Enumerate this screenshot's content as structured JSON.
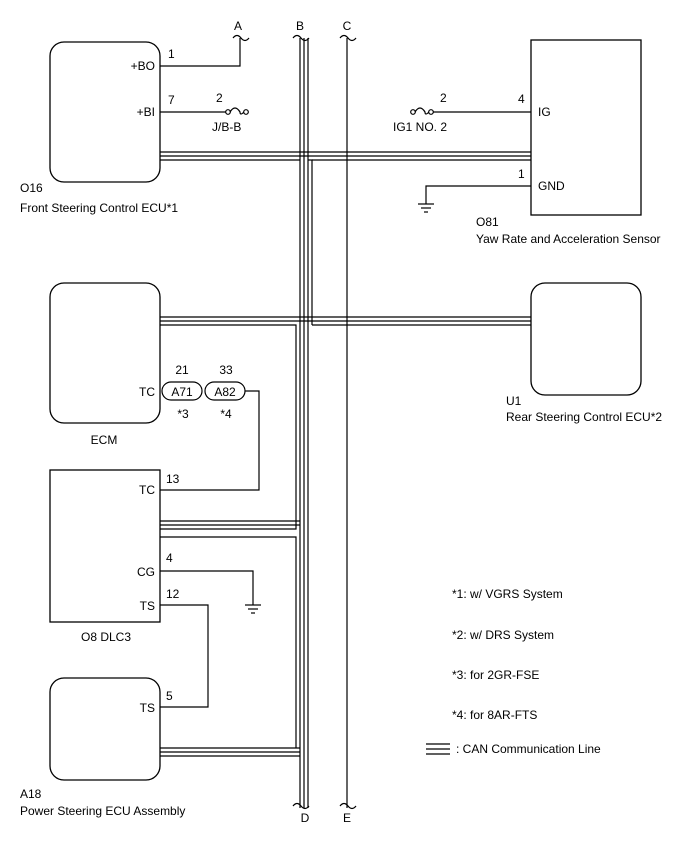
{
  "bus_labels": {
    "a": "A",
    "b_top": "B",
    "c_top": "C",
    "d_bottom": "D",
    "e_bottom": "E"
  },
  "front_ecu": {
    "code": "O16",
    "name": "Front Steering Control ECU*1",
    "pin_bo": "+BO",
    "pin_bo_no": "1",
    "pin_bi": "+BI",
    "pin_bi_no": "7",
    "fuse_no": "2",
    "fuse_name": "J/B-B"
  },
  "yaw_sensor": {
    "code": "O81",
    "name": "Yaw Rate and Acceleration Sensor",
    "pin_ig": "IG",
    "pin_ig_no": "4",
    "pin_gnd": "GND",
    "pin_gnd_no": "1",
    "fuse_no": "2",
    "fuse_name": "IG1 NO. 2"
  },
  "ecm": {
    "name": "ECM",
    "pin_tc": "TC",
    "conn1_no": "21",
    "conn1": "A71",
    "conn1_note": "*3",
    "conn2_no": "33",
    "conn2": "A82",
    "conn2_note": "*4"
  },
  "rear_ecu": {
    "code": "U1",
    "name": "Rear Steering Control ECU*2"
  },
  "dlc3": {
    "name": "O8  DLC3",
    "pin_tc": "TC",
    "pin_tc_no": "13",
    "pin_cg": "CG",
    "pin_cg_no": "4",
    "pin_ts": "TS",
    "pin_ts_no": "12"
  },
  "ps_ecu": {
    "code": "A18",
    "name": "Power Steering ECU Assembly",
    "pin_ts": "TS",
    "pin_ts_no": "5"
  },
  "notes": {
    "n1": "*1: w/ VGRS System",
    "n2": "*2: w/ DRS System",
    "n3": "*3: for 2GR-FSE",
    "n4": "*4: for 8AR-FTS",
    "legend": ": CAN Communication Line"
  }
}
